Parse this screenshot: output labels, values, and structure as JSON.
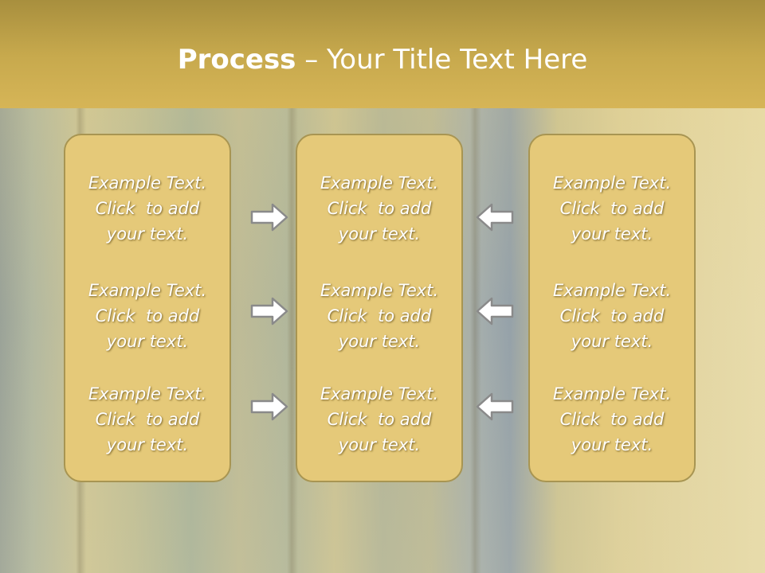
{
  "slide": {
    "title_bold": "Process",
    "title_rest": " – Your Title Text Here"
  },
  "columns": [
    {
      "items": [
        {
          "line1": "Example Text.",
          "line2": "Click  to add",
          "line3": "your text."
        },
        {
          "line1": "Example Text.",
          "line2": "Click  to add",
          "line3": "your text."
        },
        {
          "line1": "Example Text.",
          "line2": "Click  to add",
          "line3": "your text."
        }
      ]
    },
    {
      "items": [
        {
          "line1": "Example Text.",
          "line2": "Click  to add",
          "line3": "your text."
        },
        {
          "line1": "Example Text.",
          "line2": "Click  to add",
          "line3": "your text."
        },
        {
          "line1": "Example Text.",
          "line2": "Click  to add",
          "line3": "your text."
        }
      ]
    },
    {
      "items": [
        {
          "line1": "Example Text.",
          "line2": "Click  to add",
          "line3": "your text."
        },
        {
          "line1": "Example Text.",
          "line2": "Click  to add",
          "line3": "your text."
        },
        {
          "line1": "Example Text.",
          "line2": "Click  to add",
          "line3": "your text."
        }
      ]
    }
  ],
  "arrows": {
    "left_group": "arrow-right-icon",
    "right_group": "arrow-left-icon"
  },
  "colors": {
    "header": "#c7a94d",
    "box_fill": "#e5c979",
    "box_border": "#a89552",
    "text": "#ffffff"
  }
}
